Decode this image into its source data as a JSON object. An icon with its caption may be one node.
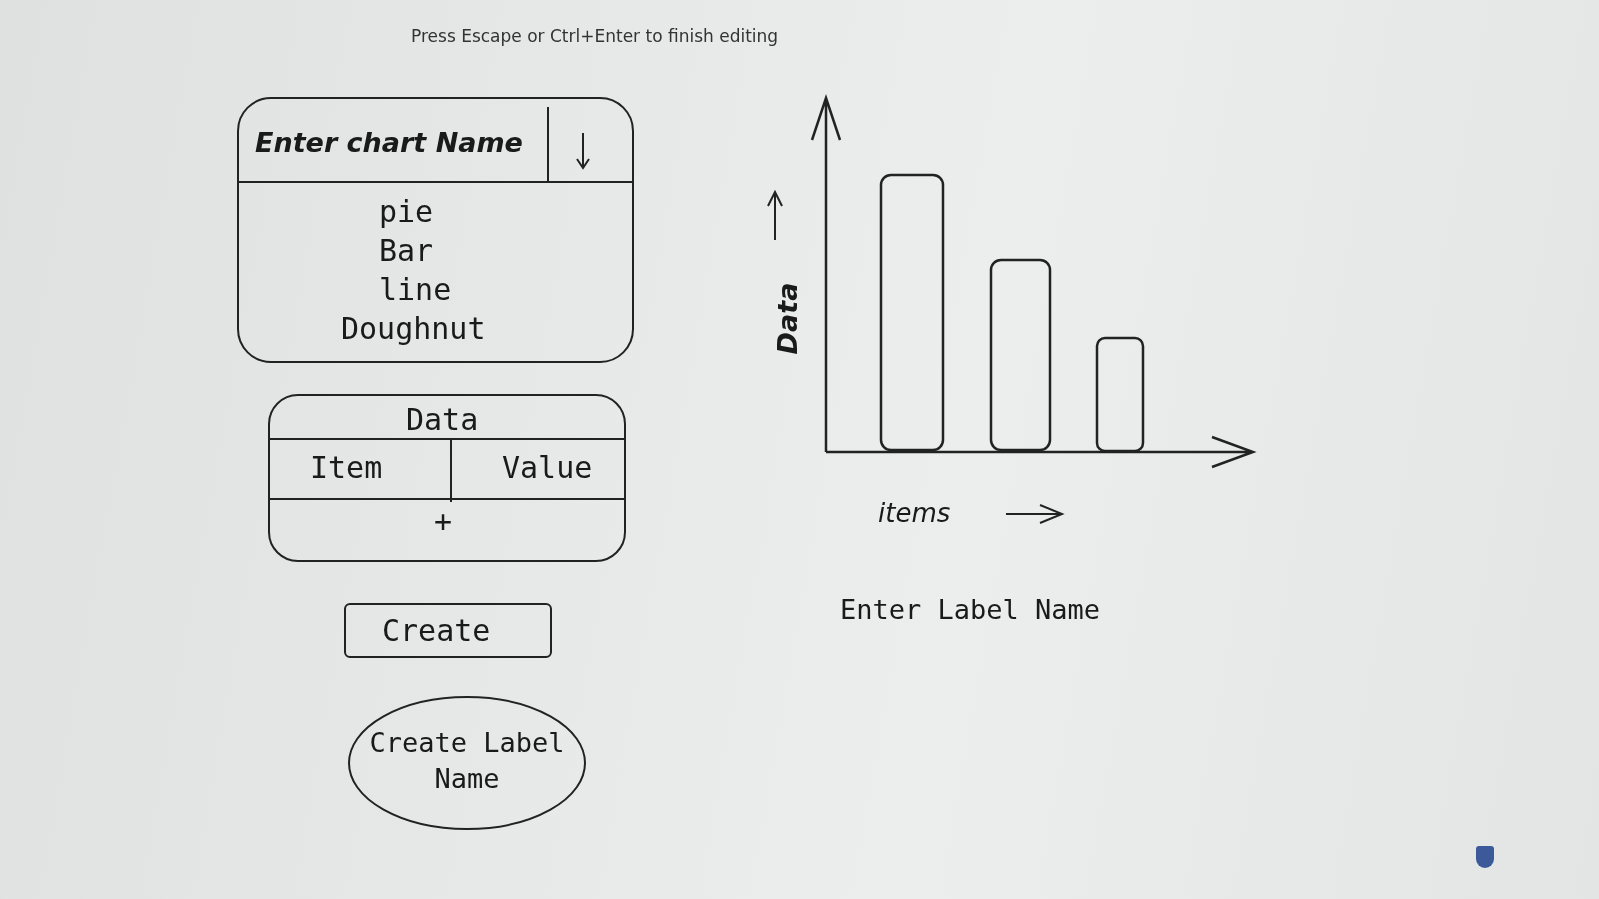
{
  "diagram": {
    "nodes": [
      {
        "text": [
          "Enter chart Name",
          "pie",
          "Bar",
          "line",
          "Doughnut"
        ]
      },
      {
        "text": [
          "Data",
          "Item",
          "Value",
          "+"
        ]
      },
      {
        "text": [
          "Create"
        ]
      },
      {
        "text": [
          "Create Label Name"
        ]
      }
    ],
    "edges": [],
    "labels": [
      "Press Escape or Ctrl+Enter to finish editing",
      "Data",
      "items",
      "Enter Label Name"
    ]
  }
}
